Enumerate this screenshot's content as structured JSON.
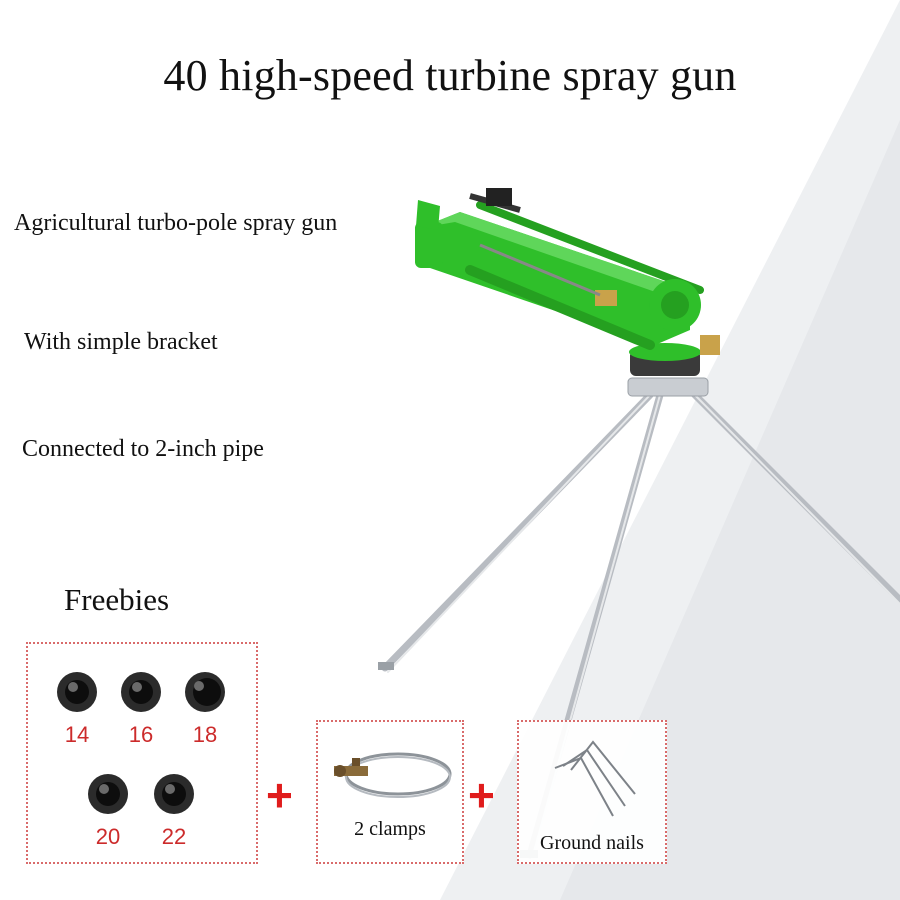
{
  "title": "40 high-speed turbine spray gun",
  "features": [
    "Agricultural turbo-pole spray gun",
    "With simple bracket",
    "Connected to 2-inch pipe"
  ],
  "freebies": {
    "title": "Freebies",
    "nozzle_sizes": [
      "14",
      "16",
      "18",
      "20",
      "22"
    ],
    "plus_symbol": "+",
    "clamps_label": "2 clamps",
    "nails_label": "Ground nails"
  },
  "colors": {
    "gun_green": "#2fbf2a",
    "label_red": "#cc2b2b",
    "plus_red": "#e01c1c",
    "border_red": "#d96b6b",
    "tripod_gray": "#b8bcc2"
  }
}
